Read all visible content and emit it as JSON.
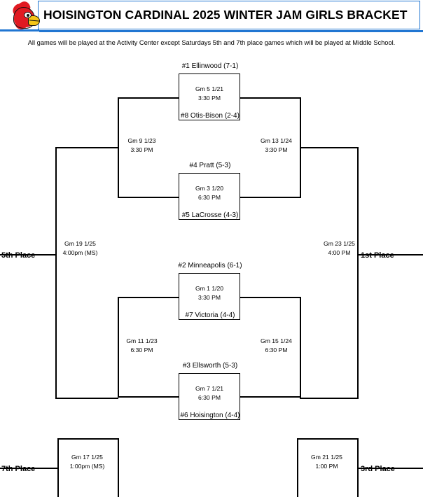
{
  "header": {
    "title": "HOISINGTON CARDINAL 2025 WINTER JAM GIRLS BRACKET",
    "logo": "cardinal-bird-logo",
    "accent_color": "#2176d2",
    "logo_color": "#e11a22"
  },
  "subtitle": "All games will be played at the Activity Center except Saturdays 5th and 7th place games which will be played at Middle School.",
  "bracket": {
    "quarterfinals": [
      {
        "id": "game-5",
        "top_team": "#1 Ellinwood (7-1)",
        "bottom_team": "#8 Otis-Bison (2-4)",
        "game": "Gm 5 1/21",
        "time": "3:30 PM"
      },
      {
        "id": "game-3",
        "top_team": "#4 Pratt (5-3)",
        "bottom_team": "#5 LaCrosse (4-3)",
        "game": "Gm 3 1/20",
        "time": "6:30 PM"
      },
      {
        "id": "game-1",
        "top_team": "#2 Minneapolis (6-1)",
        "bottom_team": "#7 Victoria (4-4)",
        "game": "Gm 1 1/20",
        "time": "3:30 PM"
      },
      {
        "id": "game-7",
        "top_team": "#3 Ellsworth (5-3)",
        "bottom_team": "#6 Hoisington (4-4)",
        "game": "Gm 7 1/21",
        "time": "6:30 PM"
      }
    ],
    "consolation_semis": [
      {
        "id": "game-9",
        "game": "Gm 9 1/23",
        "time": "3:30 PM"
      },
      {
        "id": "game-11",
        "game": "Gm 11 1/23",
        "time": "6:30 PM"
      }
    ],
    "championship_semis": [
      {
        "id": "game-13",
        "game": "Gm 13 1/24",
        "time": "3:30 PM"
      },
      {
        "id": "game-15",
        "game": "Gm 15 1/24",
        "time": "6:30 PM"
      }
    ],
    "fifth_place": {
      "id": "game-19",
      "game": "Gm 19 1/25",
      "time": "4:00pm (MS)",
      "label": "5th Place"
    },
    "first_place": {
      "id": "game-23",
      "game": "Gm 23 1/25",
      "time": "4:00 PM",
      "label": "1st Place"
    },
    "seventh_place": {
      "id": "game-17",
      "game": "Gm 17 1/25",
      "time": "1:00pm (MS)",
      "label": "7th Place"
    },
    "third_place": {
      "id": "game-21",
      "game": "Gm 21 1/25",
      "time": "1:00 PM",
      "label": "3rd Place"
    }
  }
}
